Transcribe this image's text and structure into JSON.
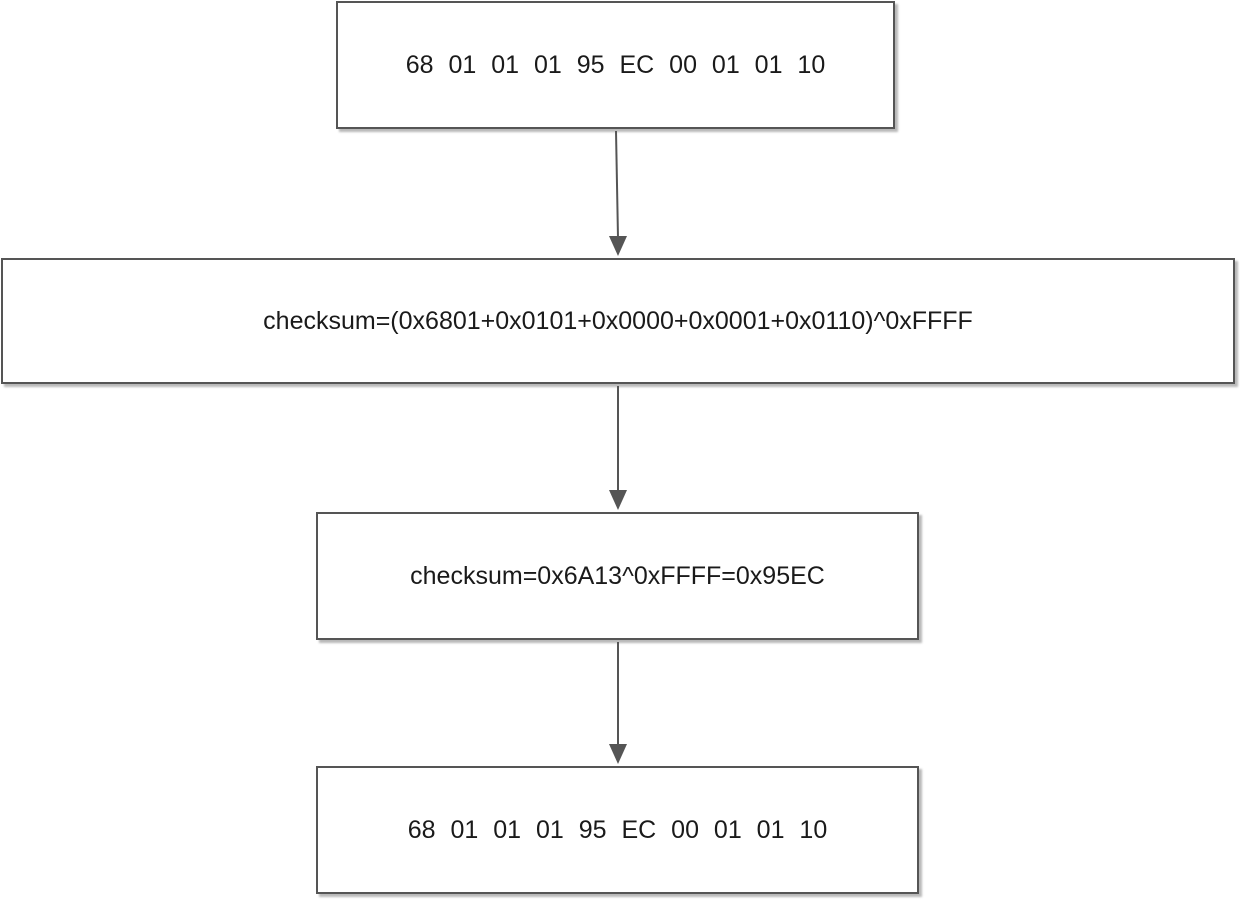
{
  "diagram": {
    "nodes": [
      {
        "id": "box-1",
        "text": "68 01 01 01 95 EC 00 01 01 10"
      },
      {
        "id": "box-2",
        "text": "checksum=(0x6801+0x0101+0x0000+0x0001+0x0110)^0xFFFF"
      },
      {
        "id": "box-3",
        "text": "checksum=0x6A13^0xFFFF=0x95EC"
      },
      {
        "id": "box-4",
        "text": "68 01 01 01 95 EC 00 01 01 10"
      }
    ],
    "edges": [
      {
        "from": "box-1",
        "to": "box-2"
      },
      {
        "from": "box-2",
        "to": "box-3"
      },
      {
        "from": "box-3",
        "to": "box-4"
      }
    ],
    "colors": {
      "border": "#555555",
      "arrow": "#555555",
      "text": "#1a1a1a",
      "background": "#ffffff"
    }
  }
}
